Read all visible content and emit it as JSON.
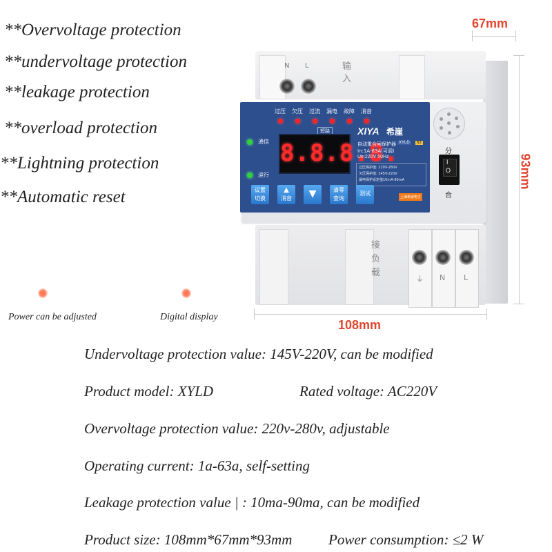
{
  "features": [
    "**Overvoltage protection",
    "**undervoltage protection",
    "**leakage protection",
    "**overload protection",
    "**Lightning protection",
    "**Automatic reset"
  ],
  "dot_labels": [
    "Power can be adjusted",
    "Digital display"
  ],
  "dimensions": {
    "depth": "67mm",
    "height": "93mm",
    "width": "108mm"
  },
  "device": {
    "top_terminals": [
      "N",
      "L"
    ],
    "input_label": "输入",
    "indicator_labels": [
      "过压",
      "欠压",
      "过流",
      "漏电",
      "故障",
      "消音"
    ],
    "short_label": "短路",
    "status_labels": [
      "通信",
      "运行"
    ],
    "display": "8.8.8.8.",
    "brand": "XIYA",
    "brand_cn": "希崖",
    "product_name": "自动重合闸保护器",
    "model_tag": "XYLD",
    "rating_tag": "63",
    "rating_line1": "In:1A-63A(可调)",
    "rating_line2": "Ue:220V 50Hz",
    "spec_lines": [
      "过压保护值: 220V-280V",
      "欠压保护值: 145V-220V",
      "漏电保护设定值10mA-90mA"
    ],
    "buttons": [
      {
        "line1": "设置",
        "line2": "切换"
      },
      {
        "line1": "▲",
        "line2": "消音"
      },
      {
        "line1": "▼",
        "line2": ""
      },
      {
        "line1": "清零",
        "line2": "查询"
      },
      {
        "line1": "测试",
        "line2": ""
      }
    ],
    "maker_badge": "上海希崖电子",
    "switch_top": "分",
    "switch_bottom": "合",
    "switch_on": "I",
    "switch_off": "O",
    "load_label": "接负载",
    "bottom_terminals": [
      "⏚",
      "N",
      "L"
    ]
  },
  "specs": {
    "undervoltage": "Undervoltage protection value: 145V-220V, can be modified",
    "model": "Product model: XYLD",
    "rated_voltage": "Rated voltage: AC220V",
    "overvoltage": "Overvoltage protection value: 220v-280v, adjustable",
    "current": "Operating current: 1a-63a, self-setting",
    "leakage": "Leakage protection value | : 10ma-90ma, can be modified",
    "size": "Product size: 108mm*67mm*93mm",
    "power": "Power consumption: ≤2 W"
  },
  "colors": {
    "accent": "#e0462f",
    "panel": "#2d4f8e",
    "button": "#3a8fe0",
    "led_red": "#ff2020",
    "led_green": "#2fd23a",
    "badge": "#f07a1a",
    "housing": "#eeeeef"
  }
}
